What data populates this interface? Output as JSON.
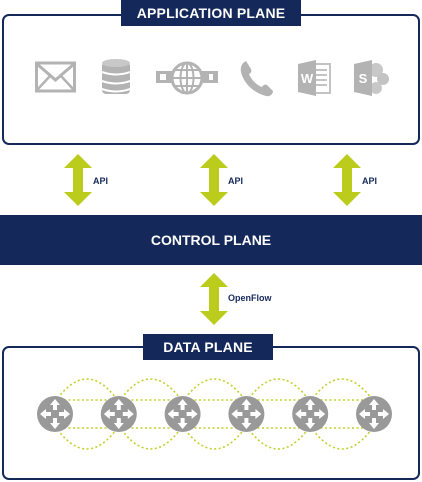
{
  "application_plane": {
    "title": "APPLICATION PLANE"
  },
  "control_plane": {
    "title": "CONTROL PLANE"
  },
  "data_plane": {
    "title": "DATA PLANE"
  },
  "app_icons": [
    "mail-icon",
    "database-icon",
    "web-globe-icon",
    "phone-icon",
    "word-document-icon",
    "sharepoint-icon"
  ],
  "api_links": [
    {
      "label": "API"
    },
    {
      "label": "API"
    },
    {
      "label": "API"
    }
  ],
  "southbound_link": {
    "label": "OpenFlow"
  },
  "switch_icon": "router-switch-icon",
  "switch_count": 6,
  "colors": {
    "navy": "#14285a",
    "arrow_green": "#bccc1d",
    "icon_gray": "#b3b3b3",
    "router_gray": "#999999",
    "link_dotted": "#c3d02a"
  }
}
